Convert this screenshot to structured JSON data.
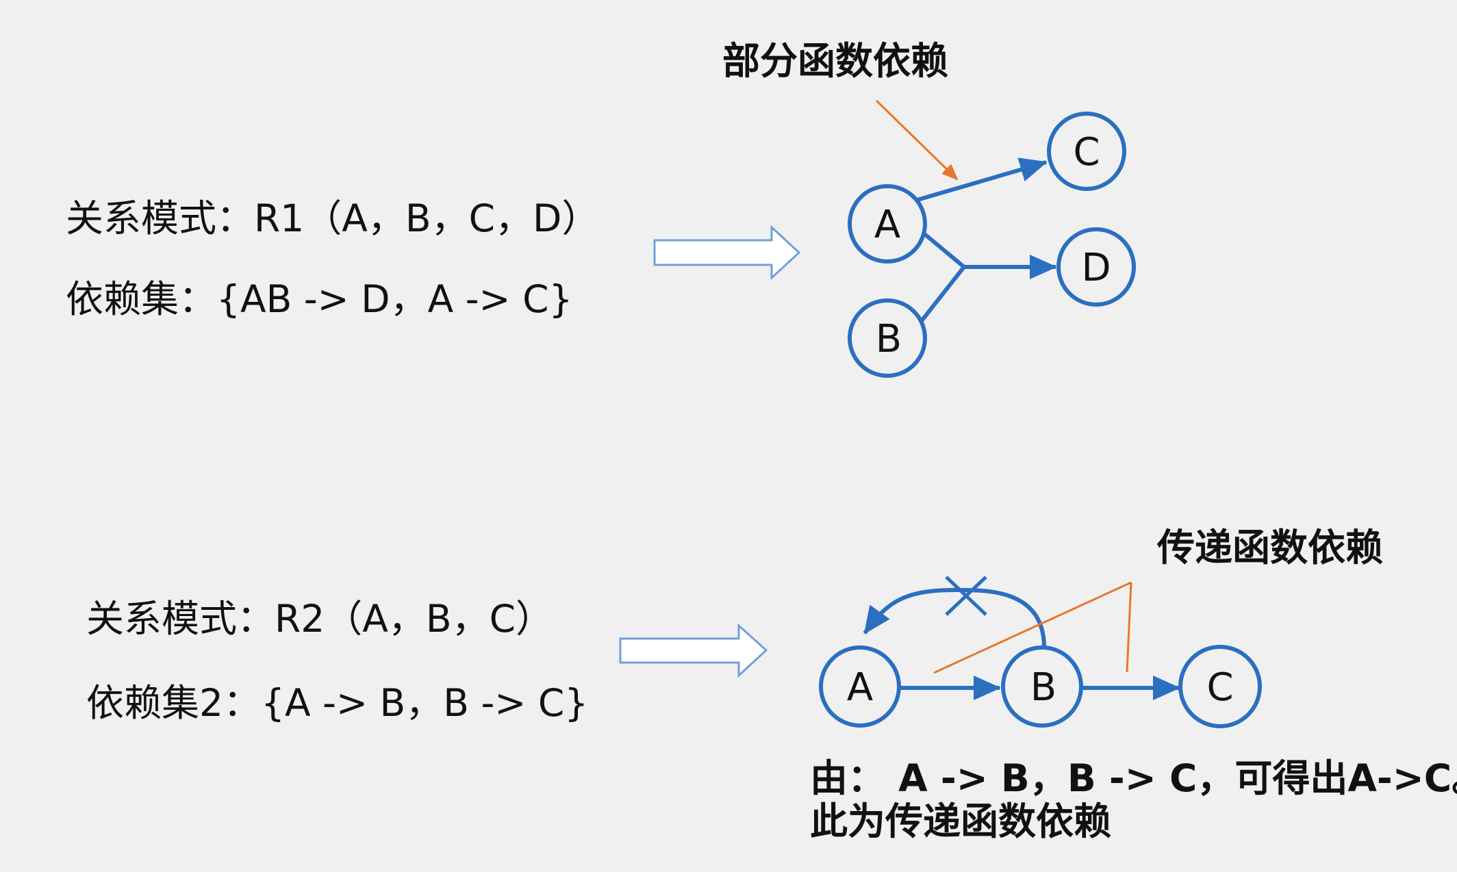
{
  "section1": {
    "schema": "关系模式：R1（A，B，C，D）",
    "deps": "依赖集：{AB -> D，A -> C}",
    "label": "部分函数依赖",
    "nodes": {
      "a": "A",
      "b": "B",
      "c": "C",
      "d": "D"
    }
  },
  "section2": {
    "schema": "关系模式：R2（A，B，C）",
    "deps": "依赖集2：{A -> B，B -> C}",
    "label": "传递函数依赖",
    "nodes": {
      "a": "A",
      "b": "B",
      "c": "C"
    },
    "conclusion_line1": "由： A -> B，B -> C，可得出A->C。",
    "conclusion_line2": "此为传递函数依赖"
  },
  "colors": {
    "node_stroke": "#2a6fc0",
    "arrow": "#2a6fc0",
    "annotation": "#e8772a",
    "hollow_arrow": "#6fa1d8"
  }
}
